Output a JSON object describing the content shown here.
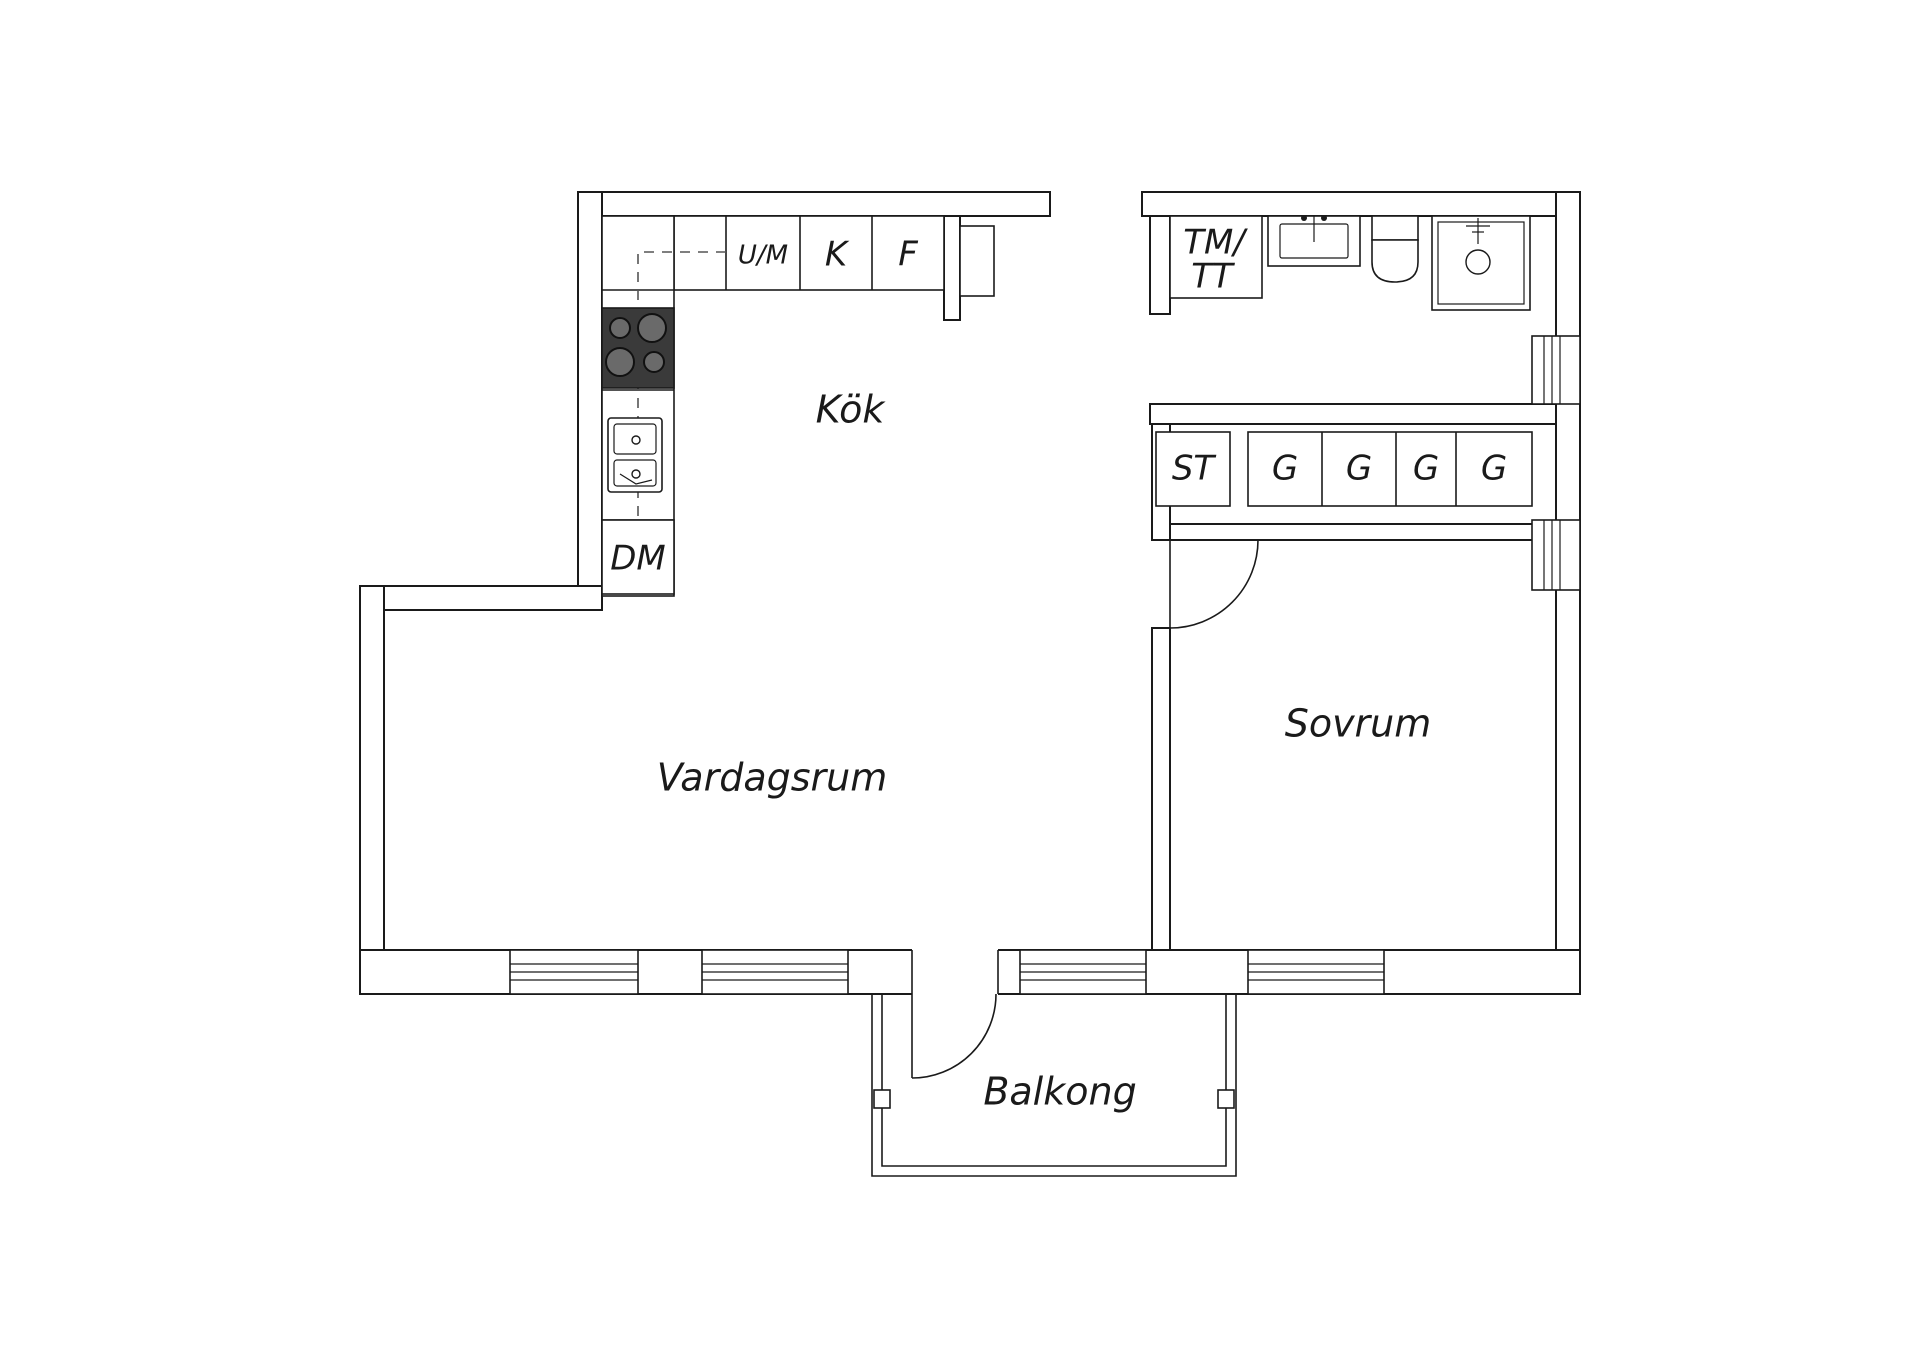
{
  "rooms": {
    "kitchen": "Kök",
    "living_room": "Vardagsrum",
    "bedroom": "Sovrum",
    "balcony": "Balkong"
  },
  "kitchen_labels": {
    "dishwasher_microwave": "U/M",
    "fridge": "K",
    "freezer": "F",
    "dishwasher": "DM"
  },
  "bathroom_labels": {
    "washer_dryer_line1": "TM/",
    "washer_dryer_line2": "TT"
  },
  "storage_labels": {
    "storage": "ST",
    "wardrobes": [
      "G",
      "G",
      "G",
      "G"
    ]
  },
  "colors": {
    "line": "#1a1a1a",
    "stove": "#3a3a3a",
    "background": "#ffffff"
  }
}
